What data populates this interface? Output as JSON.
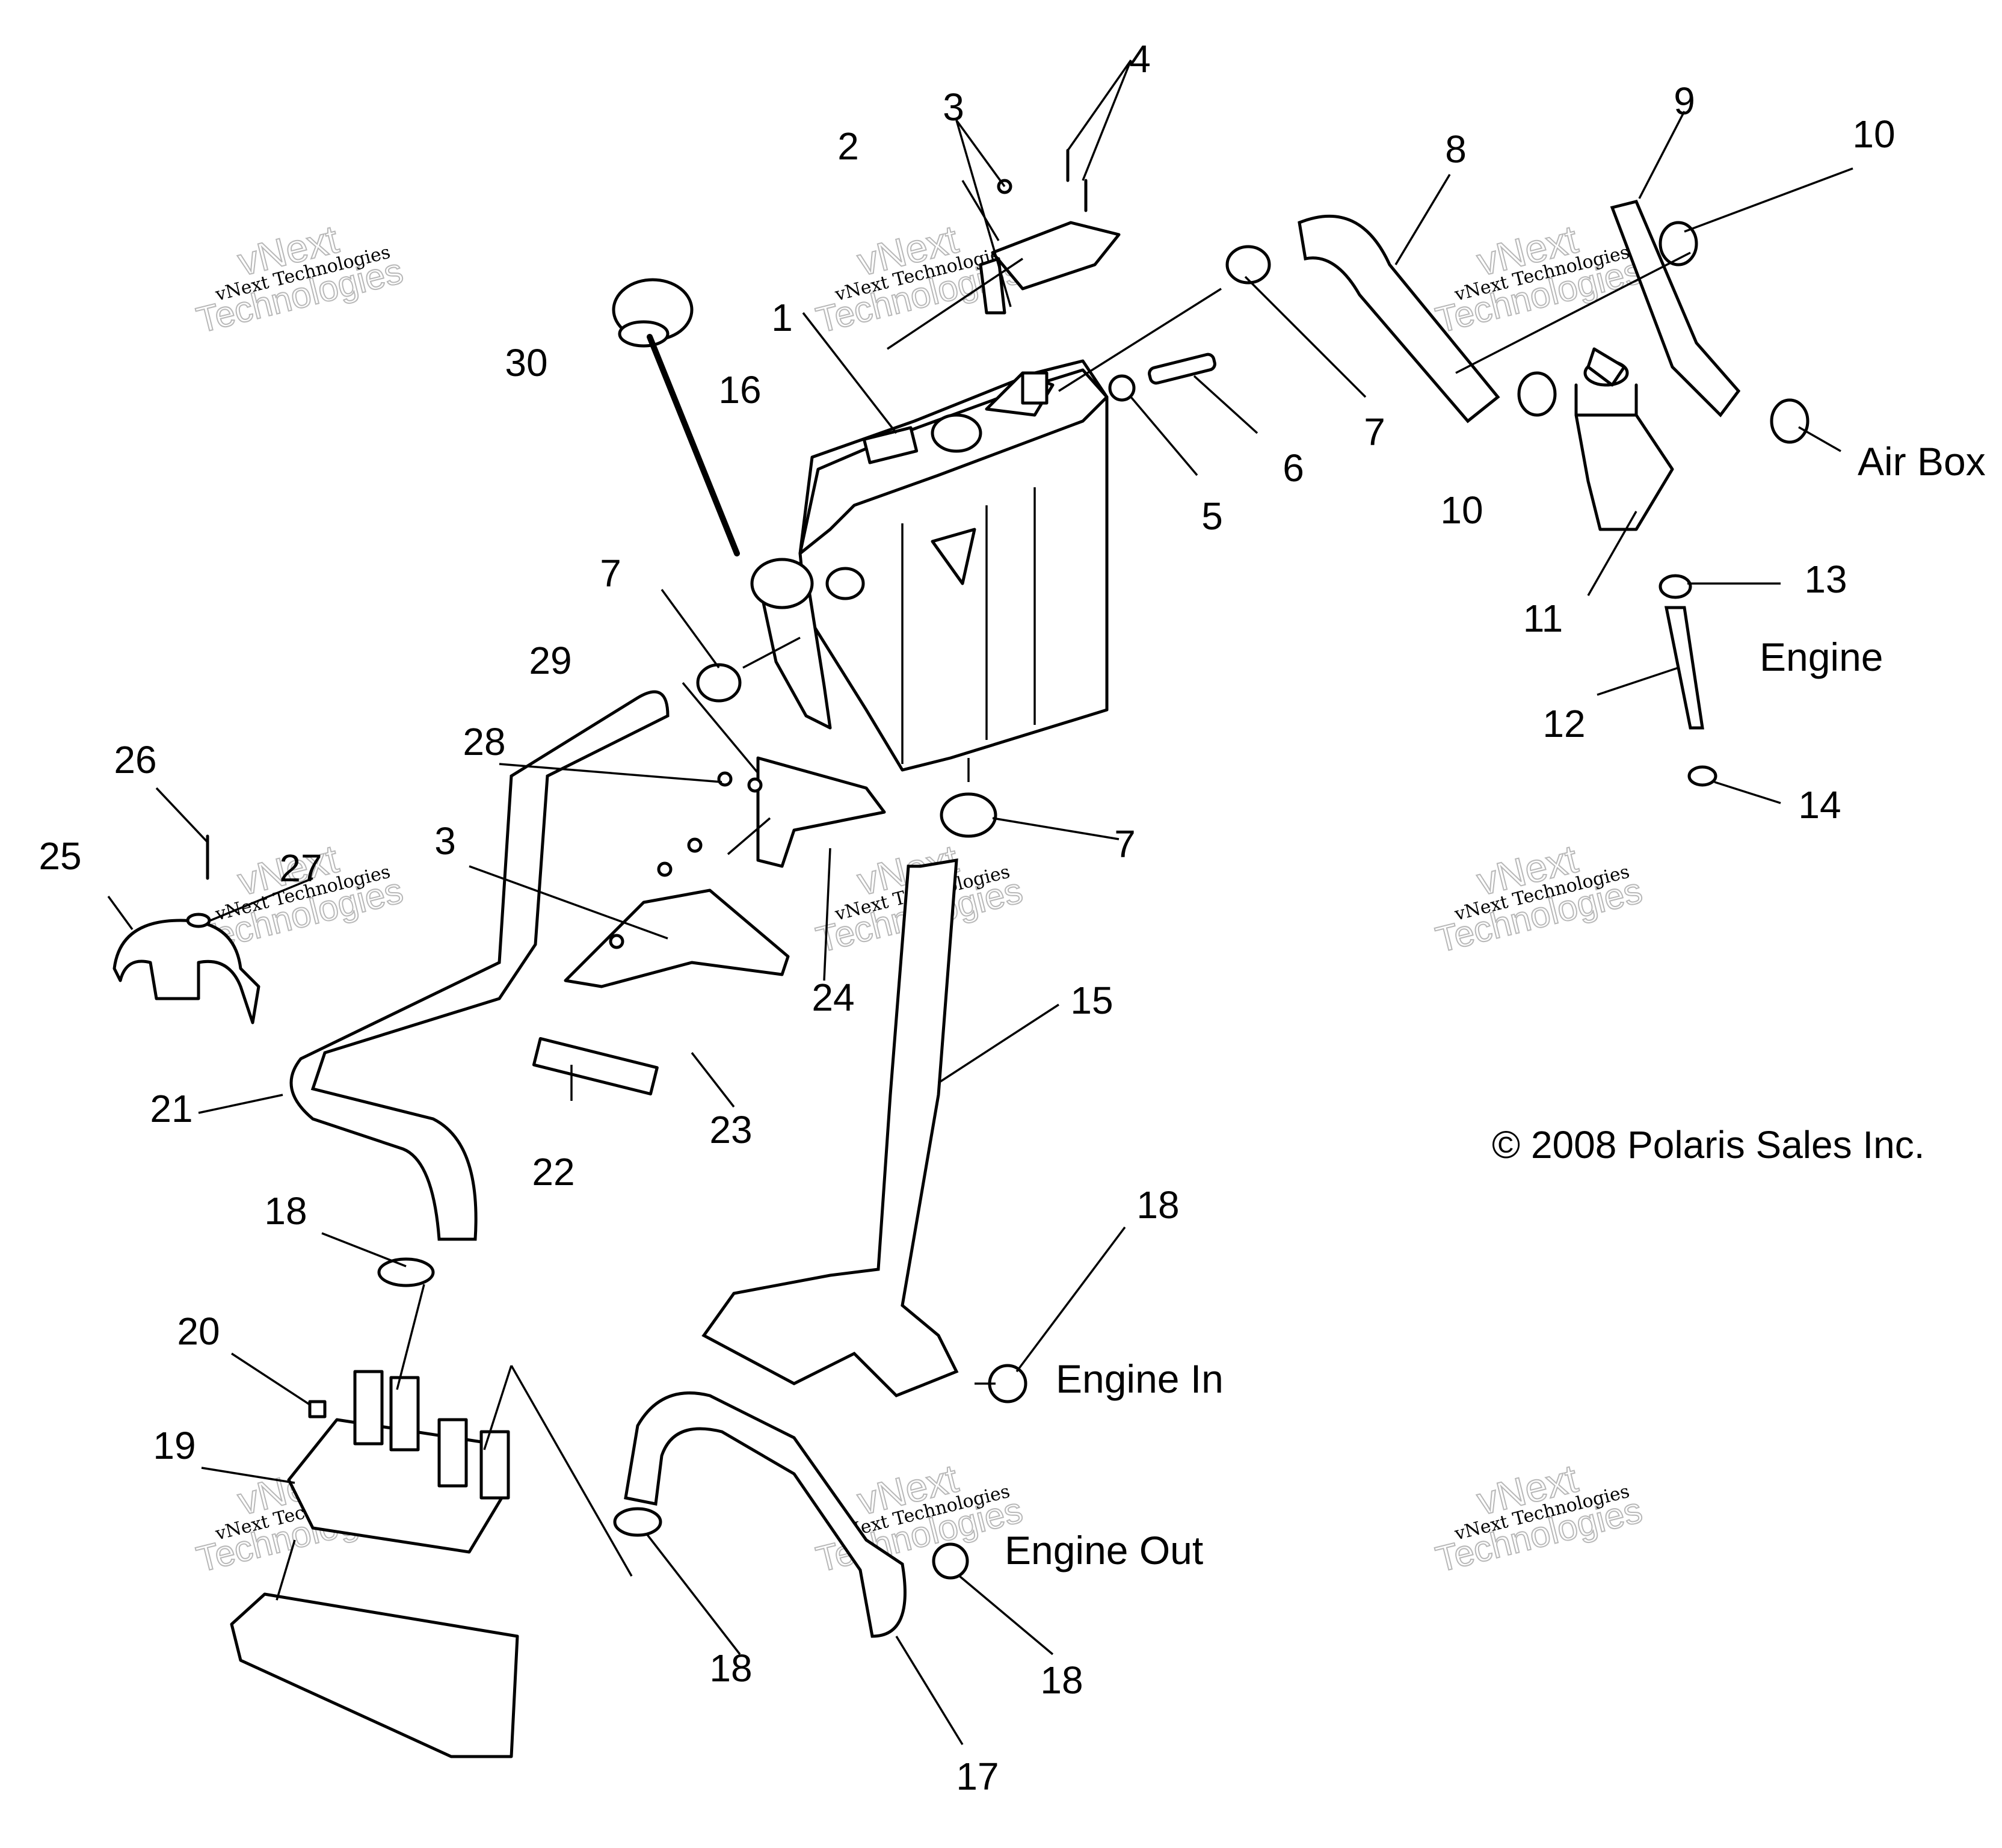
{
  "diagram": {
    "callouts": [
      {
        "id": "n1",
        "text": "1"
      },
      {
        "id": "n2",
        "text": "2"
      },
      {
        "id": "n3a",
        "text": "3"
      },
      {
        "id": "n3b",
        "text": "3"
      },
      {
        "id": "n4",
        "text": "4"
      },
      {
        "id": "n5",
        "text": "5"
      },
      {
        "id": "n6",
        "text": "6"
      },
      {
        "id": "n7a",
        "text": "7"
      },
      {
        "id": "n7b",
        "text": "7"
      },
      {
        "id": "n7c",
        "text": "7"
      },
      {
        "id": "n8",
        "text": "8"
      },
      {
        "id": "n9",
        "text": "9"
      },
      {
        "id": "n10a",
        "text": "10"
      },
      {
        "id": "n10b",
        "text": "10"
      },
      {
        "id": "n11",
        "text": "11"
      },
      {
        "id": "n12",
        "text": "12"
      },
      {
        "id": "n13",
        "text": "13"
      },
      {
        "id": "n14",
        "text": "14"
      },
      {
        "id": "n15",
        "text": "15"
      },
      {
        "id": "n16",
        "text": "16"
      },
      {
        "id": "n17",
        "text": "17"
      },
      {
        "id": "n18a",
        "text": "18"
      },
      {
        "id": "n18b",
        "text": "18"
      },
      {
        "id": "n18c",
        "text": "18"
      },
      {
        "id": "n18d",
        "text": "18"
      },
      {
        "id": "n19",
        "text": "19"
      },
      {
        "id": "n20",
        "text": "20"
      },
      {
        "id": "n21",
        "text": "21"
      },
      {
        "id": "n22",
        "text": "22"
      },
      {
        "id": "n23",
        "text": "23"
      },
      {
        "id": "n24",
        "text": "24"
      },
      {
        "id": "n25",
        "text": "25"
      },
      {
        "id": "n26",
        "text": "26"
      },
      {
        "id": "n27",
        "text": "27"
      },
      {
        "id": "n28",
        "text": "28"
      },
      {
        "id": "n29",
        "text": "29"
      },
      {
        "id": "n30",
        "text": "30"
      }
    ],
    "labels": {
      "air_box": "Air Box",
      "engine": "Engine",
      "engine_in": "Engine In",
      "engine_out": "Engine Out"
    },
    "copyright": "© 2008 Polaris Sales Inc.",
    "watermark": {
      "line1": "vNext Technologies",
      "line2": "vNext",
      "line3": "Technologies"
    }
  }
}
